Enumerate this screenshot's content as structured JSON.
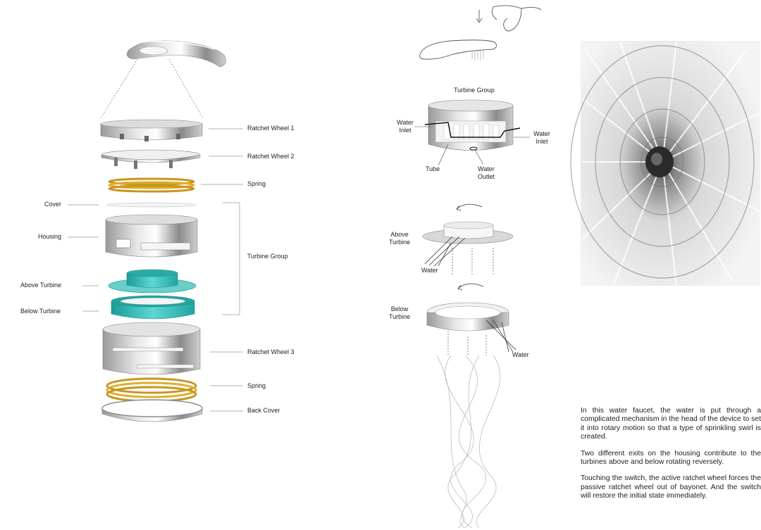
{
  "exploded_view": {
    "labels": {
      "ratchet_wheel_1": "Ratchet Wheel 1",
      "ratchet_wheel_2": "Ratchet Wheel 2",
      "spring_top": "Spring",
      "cover": "Cover",
      "housing": "Housing",
      "turbine_group": "Turbine Group",
      "above_turbine": "Above Turbine",
      "below_turbine": "Below Turbine",
      "ratchet_wheel_3": "Ratchet Wheel 3",
      "spring_bottom": "Spring",
      "back_cover": "Back Cover"
    }
  },
  "turbine_detail": {
    "title": "Turbine Group",
    "water_inlet_left": [
      "Water",
      "Inlet"
    ],
    "water_inlet_right": [
      "Water",
      "Inlet"
    ],
    "tube": "Tube",
    "water_outlet": [
      "Water",
      "Outlet"
    ]
  },
  "flow_detail": {
    "above_turbine": [
      "Above",
      "Turbine"
    ],
    "water_above": "Water",
    "below_turbine": [
      "Below",
      "Turbine"
    ],
    "water_below": "Water"
  },
  "description": {
    "paragraphs": [
      "In this water faucet, the water is put through a complicated mechanism in the head of the device to set it into rotary motion so that a type of sprinkling swirl is created.",
      "Two different exits on the housing contribute to the turbines above and below rotating reversely.",
      "Touching the switch, the active ratchet wheel forces the passive ratchet wheel out of bayonet. And the switch will restore the initial state immediately."
    ]
  },
  "colors": {
    "metal": "#b8b8b8",
    "spring": "#d9a21b",
    "turbine": "#2fb7b3",
    "leader": "#999999"
  },
  "icons": [
    "faucet-head-image",
    "hand-touch-icon",
    "rotation-arrow-icon",
    "water-swirl-image",
    "water-spiral-photo"
  ]
}
